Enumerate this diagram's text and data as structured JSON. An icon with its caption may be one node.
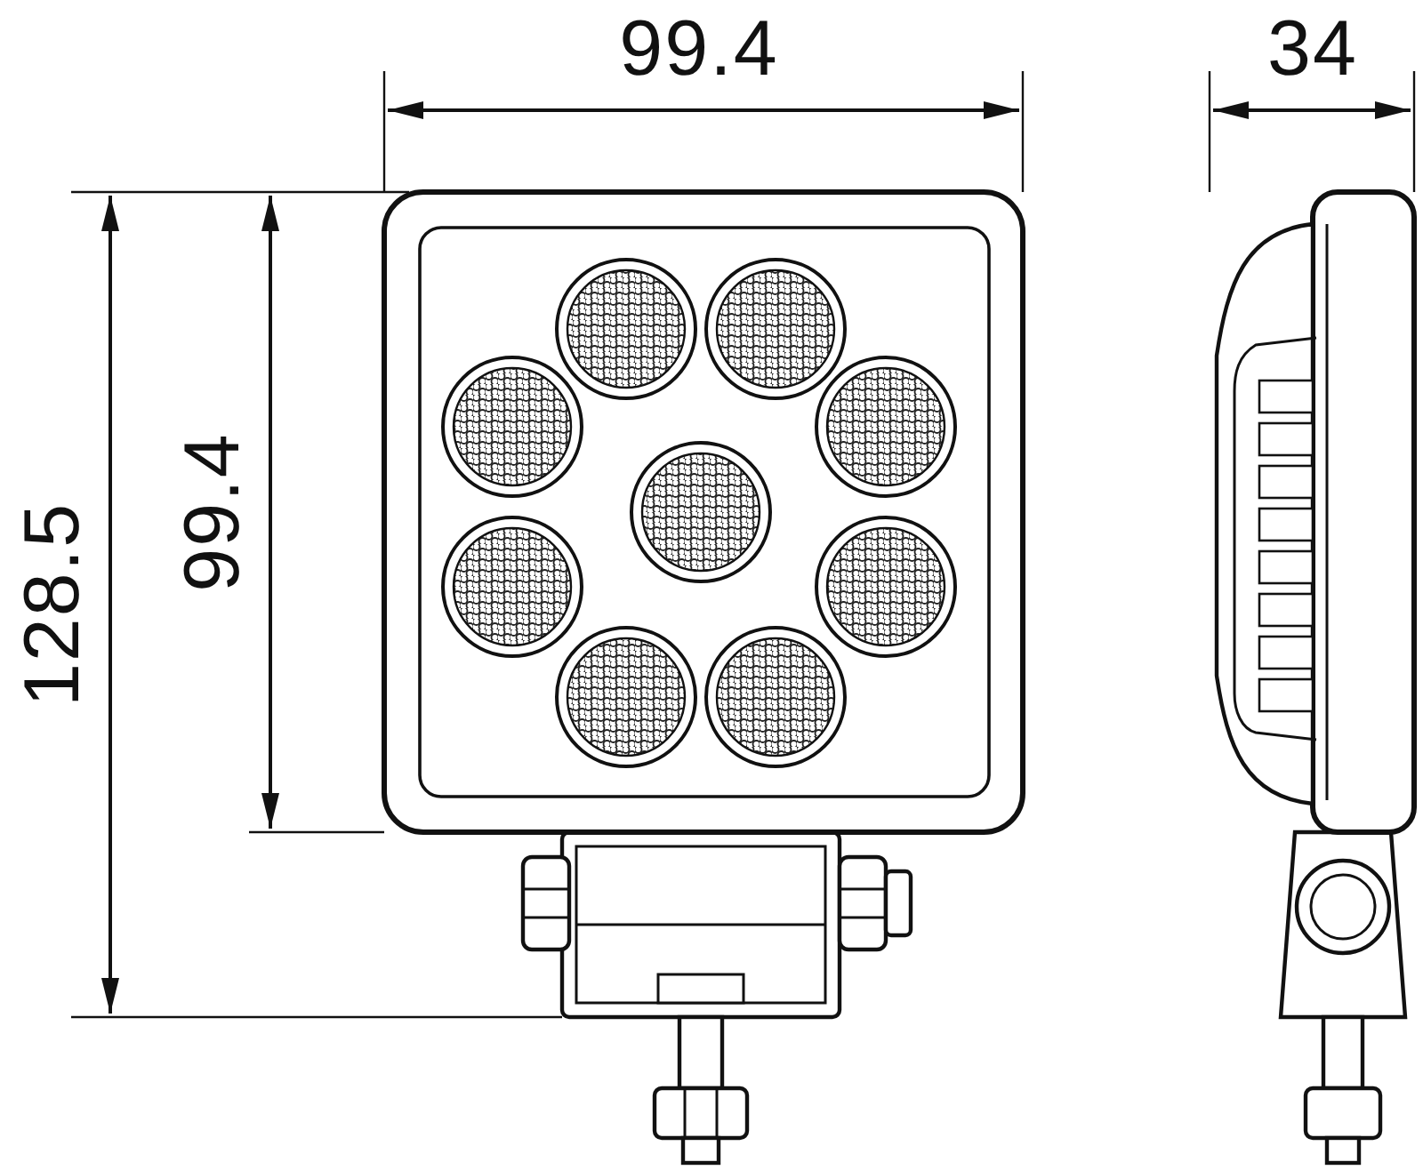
{
  "diagram": {
    "labels": [
      "99.4",
      "34",
      "128.5",
      "99.4"
    ]
  }
}
